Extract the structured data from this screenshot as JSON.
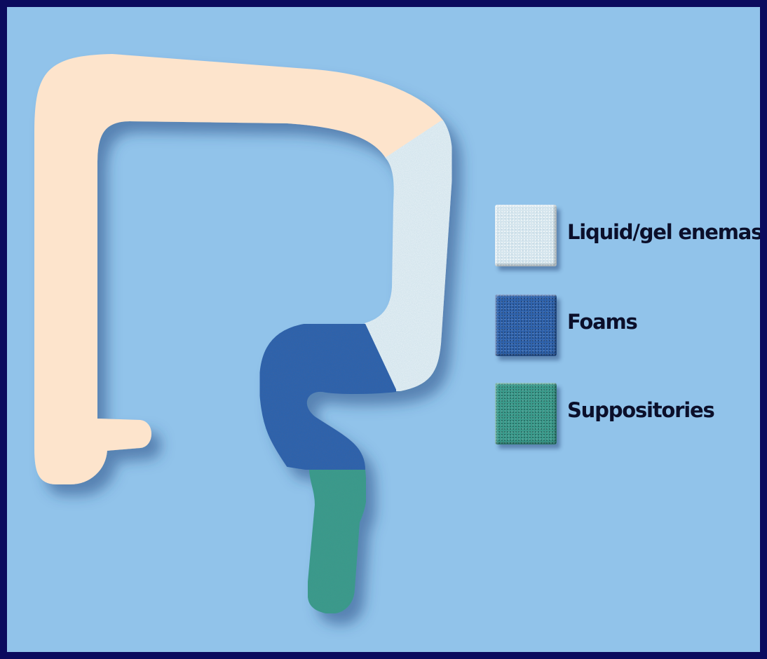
{
  "legend": [
    {
      "key": "liquid",
      "label": "Liquid/gel enemas",
      "color": "#d6e6ee",
      "icon": "liquid-gel-enemas-swatch"
    },
    {
      "key": "foam",
      "label": "Foams",
      "color": "#2f63ad",
      "icon": "foams-swatch"
    },
    {
      "key": "supp",
      "label": "Suppositories",
      "color": "#3a9a8b",
      "icon": "suppositories-swatch"
    }
  ],
  "colors": {
    "frame": "#0b0b5e",
    "background": "#91c3ea",
    "colon_untreated": "#fde4cc"
  }
}
